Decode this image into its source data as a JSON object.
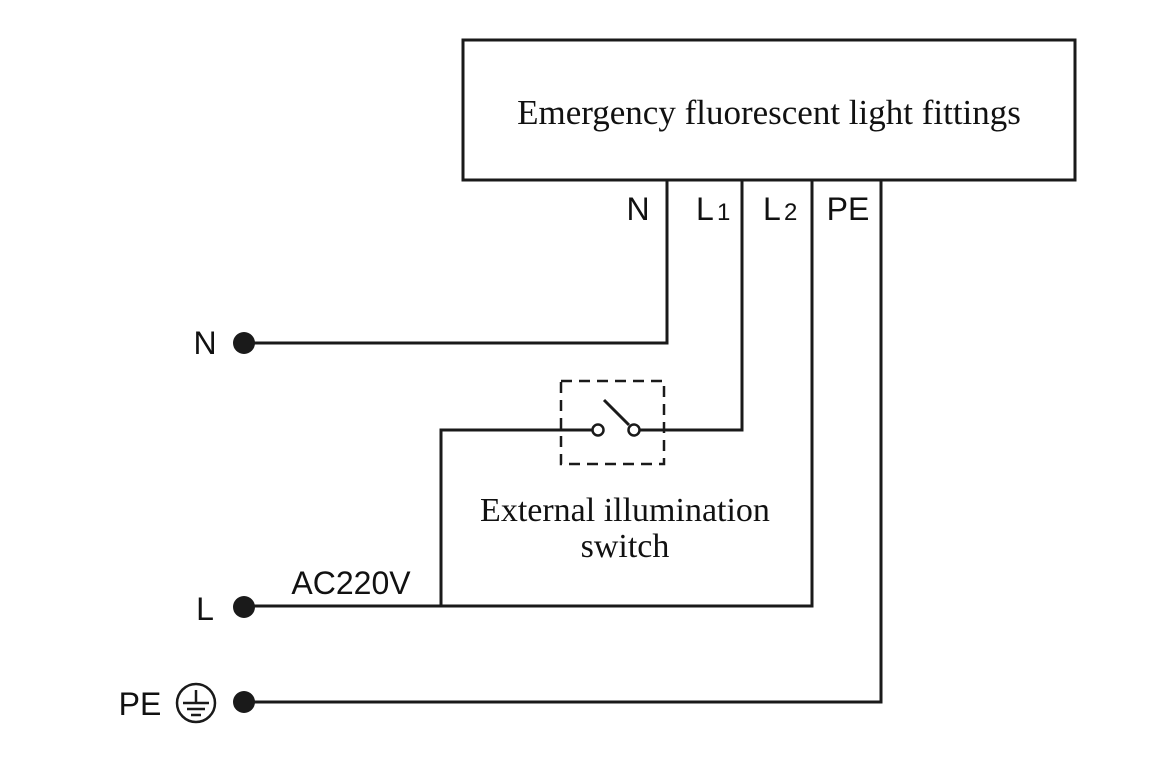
{
  "diagram": {
    "device_label": "Emergency fluorescent light fittings",
    "terminals": {
      "n": "N",
      "l1_main": "L",
      "l1_sub": "1",
      "l2_main": "L",
      "l2_sub": "2",
      "pe": "PE"
    },
    "supply": {
      "n_label": "N",
      "l_label": "L",
      "pe_label": "PE",
      "voltage_label": "AC220V",
      "earth_symbol": "protective-earth-icon"
    },
    "switch": {
      "label_line1": "External illumination",
      "label_line2": "switch"
    }
  }
}
